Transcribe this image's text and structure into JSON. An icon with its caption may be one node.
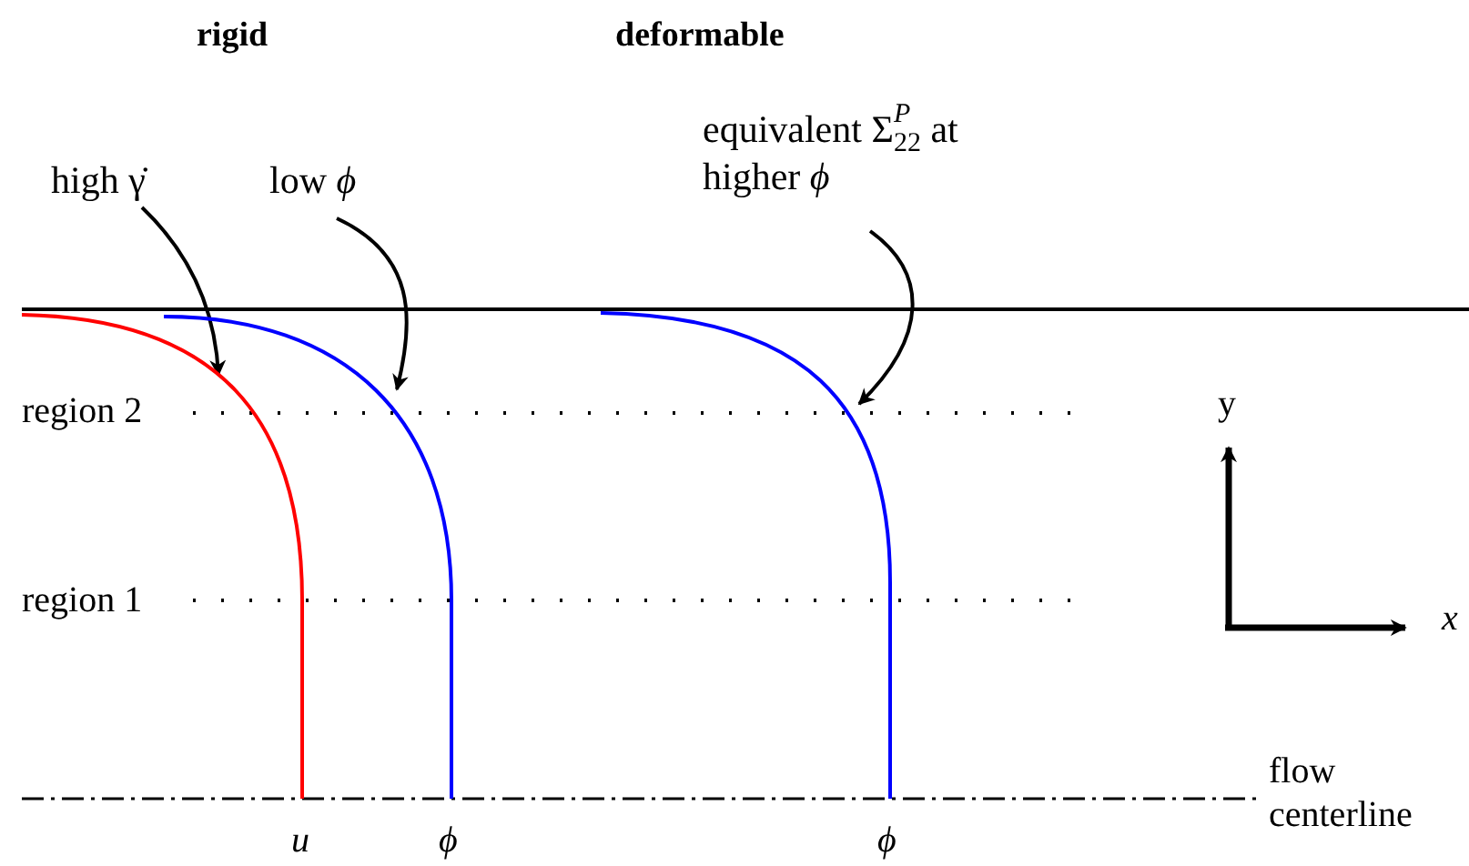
{
  "diagram": {
    "nodes": [
      {
        "text": [
          "high γ̇"
        ]
      },
      {
        "text": [
          "low *ϕ*"
        ]
      },
      {
        "text": [
          "equivalent Σ$^{P}$$_{22}$ at higher *ϕ*"
        ]
      },
      {
        "text": [],
        "shape": "curve"
      },
      {
        "text": [],
        "shape": "curve"
      },
      {
        "text": [],
        "shape": "curve"
      }
    ],
    "edges": [
      {
        "from": 0,
        "to": 3,
        "arrow": "to"
      },
      {
        "from": 1,
        "to": 4,
        "arrow": "to"
      },
      {
        "from": 2,
        "to": 5,
        "arrow": "to"
      }
    ],
    "labels": [
      "rigid",
      "deformable",
      "region 2",
      "region 1",
      "y",
      "x",
      "flow centerline",
      "u",
      "ϕ",
      "ϕ"
    ]
  }
}
